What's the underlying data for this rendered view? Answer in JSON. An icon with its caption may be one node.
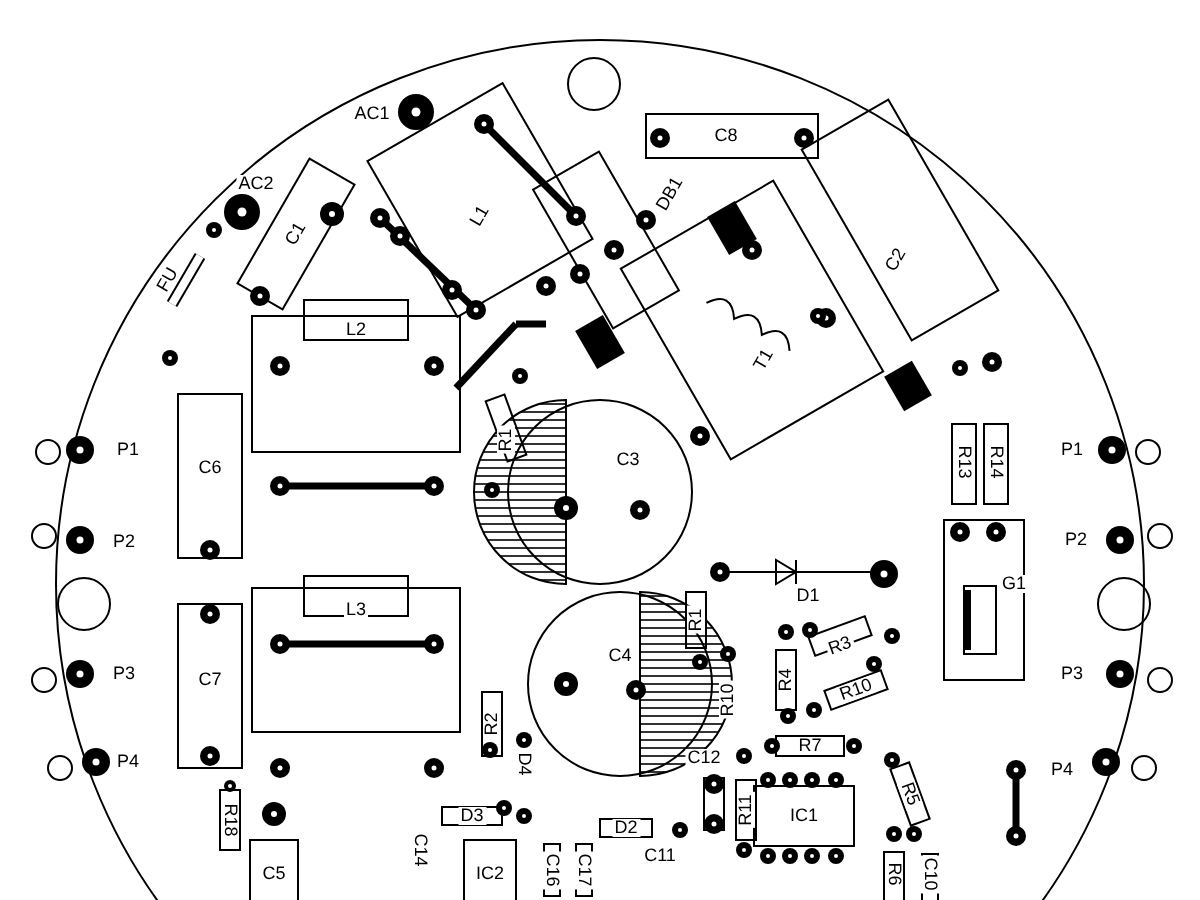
{
  "diagram": {
    "labels": [
      "AC1",
      "C8",
      "AC2",
      "C1",
      "L1",
      "DB1",
      "C2",
      "FU",
      "L2",
      "T1",
      "R1",
      "C6",
      "C3",
      "R13",
      "R14",
      "P1",
      "P1",
      "P2",
      "P2",
      "D1",
      "G1",
      "R1",
      "L3",
      "C4",
      "C7",
      "P3",
      "P3",
      "R3",
      "R10",
      "R4",
      "R10",
      "R2",
      "P4",
      "P4",
      "R7",
      "D4",
      "C12",
      "R18",
      "D3",
      "D2",
      "R11",
      "IC1",
      "R5",
      "C11",
      "C5",
      "C14",
      "IC2",
      "C16",
      "C17",
      "R6",
      "C10"
    ]
  }
}
